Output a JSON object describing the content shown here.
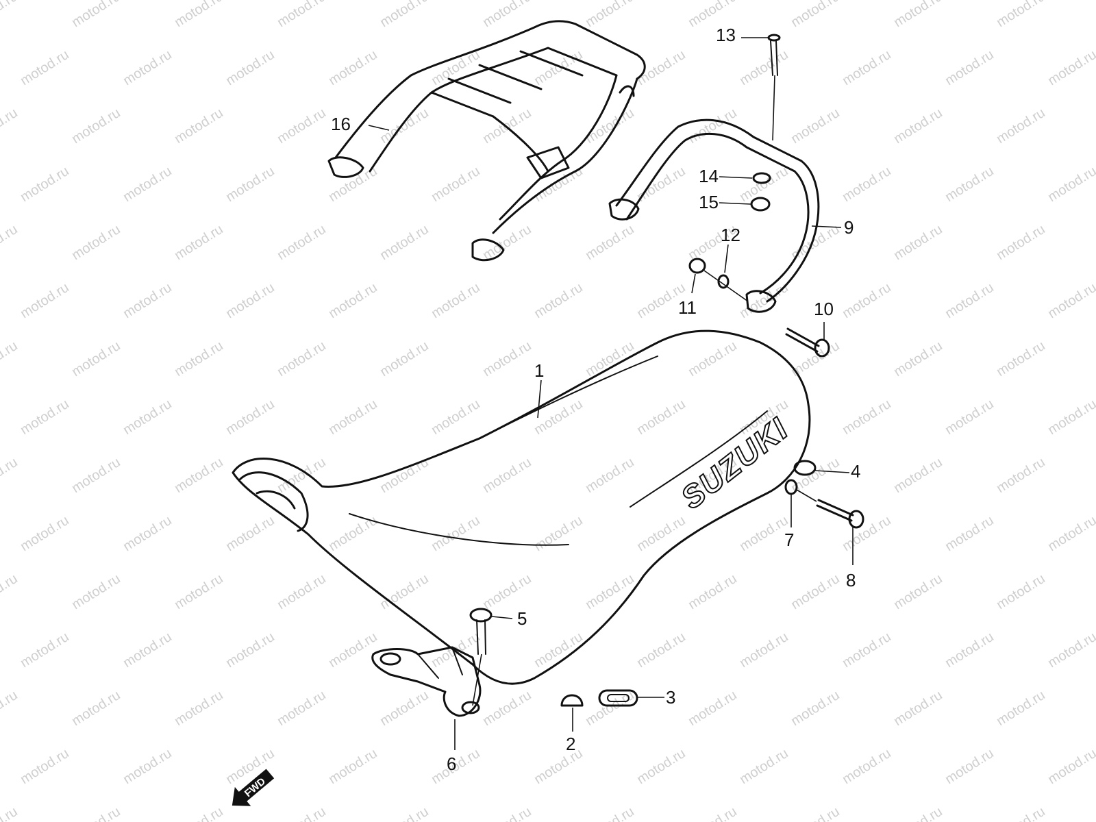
{
  "watermark": "motod.ru",
  "seat_brand_text": "SUZUKI",
  "direction_arrow": "FWD",
  "callouts": [
    {
      "id": "1",
      "label": "1"
    },
    {
      "id": "2",
      "label": "2"
    },
    {
      "id": "3",
      "label": "3"
    },
    {
      "id": "4",
      "label": "4"
    },
    {
      "id": "5",
      "label": "5"
    },
    {
      "id": "6",
      "label": "6"
    },
    {
      "id": "7",
      "label": "7"
    },
    {
      "id": "8",
      "label": "8"
    },
    {
      "id": "9",
      "label": "9"
    },
    {
      "id": "10",
      "label": "10"
    },
    {
      "id": "11",
      "label": "11"
    },
    {
      "id": "12",
      "label": "12"
    },
    {
      "id": "13",
      "label": "13"
    },
    {
      "id": "14",
      "label": "14"
    },
    {
      "id": "15",
      "label": "15"
    },
    {
      "id": "16",
      "label": "16"
    }
  ]
}
